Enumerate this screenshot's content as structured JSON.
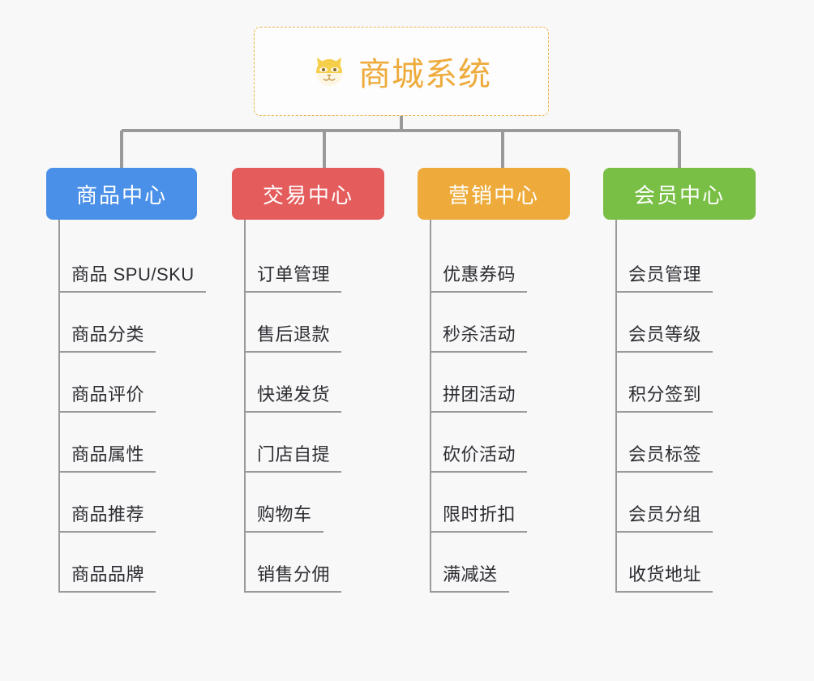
{
  "page": {
    "background_color": "#f8f8f8",
    "diagram_type": "org-tree"
  },
  "root": {
    "icon": "shiba-dog-emoji",
    "title": "商城系统",
    "title_color": "#eeab3b",
    "border_color": "#e9b44c",
    "border_style": "dashed"
  },
  "columns": [
    {
      "header": "商品中心",
      "color": "#4a90e8",
      "items": [
        "商品 SPU/SKU",
        "商品分类",
        "商品评价",
        "商品属性",
        "商品推荐",
        "商品品牌"
      ]
    },
    {
      "header": "交易中心",
      "color": "#e45c5c",
      "items": [
        "订单管理",
        "售后退款",
        "快递发货",
        "门店自提",
        "购物车",
        "销售分佣"
      ]
    },
    {
      "header": "营销中心",
      "color": "#eeab3b",
      "items": [
        "优惠券码",
        "秒杀活动",
        "拼团活动",
        "砍价活动",
        "限时折扣",
        "满减送"
      ]
    },
    {
      "header": "会员中心",
      "color": "#79bf45",
      "items": [
        "会员管理",
        "会员等级",
        "积分签到",
        "会员标签",
        "会员分组",
        "收货地址"
      ]
    }
  ],
  "connector": {
    "color": "#9a9a9a"
  }
}
